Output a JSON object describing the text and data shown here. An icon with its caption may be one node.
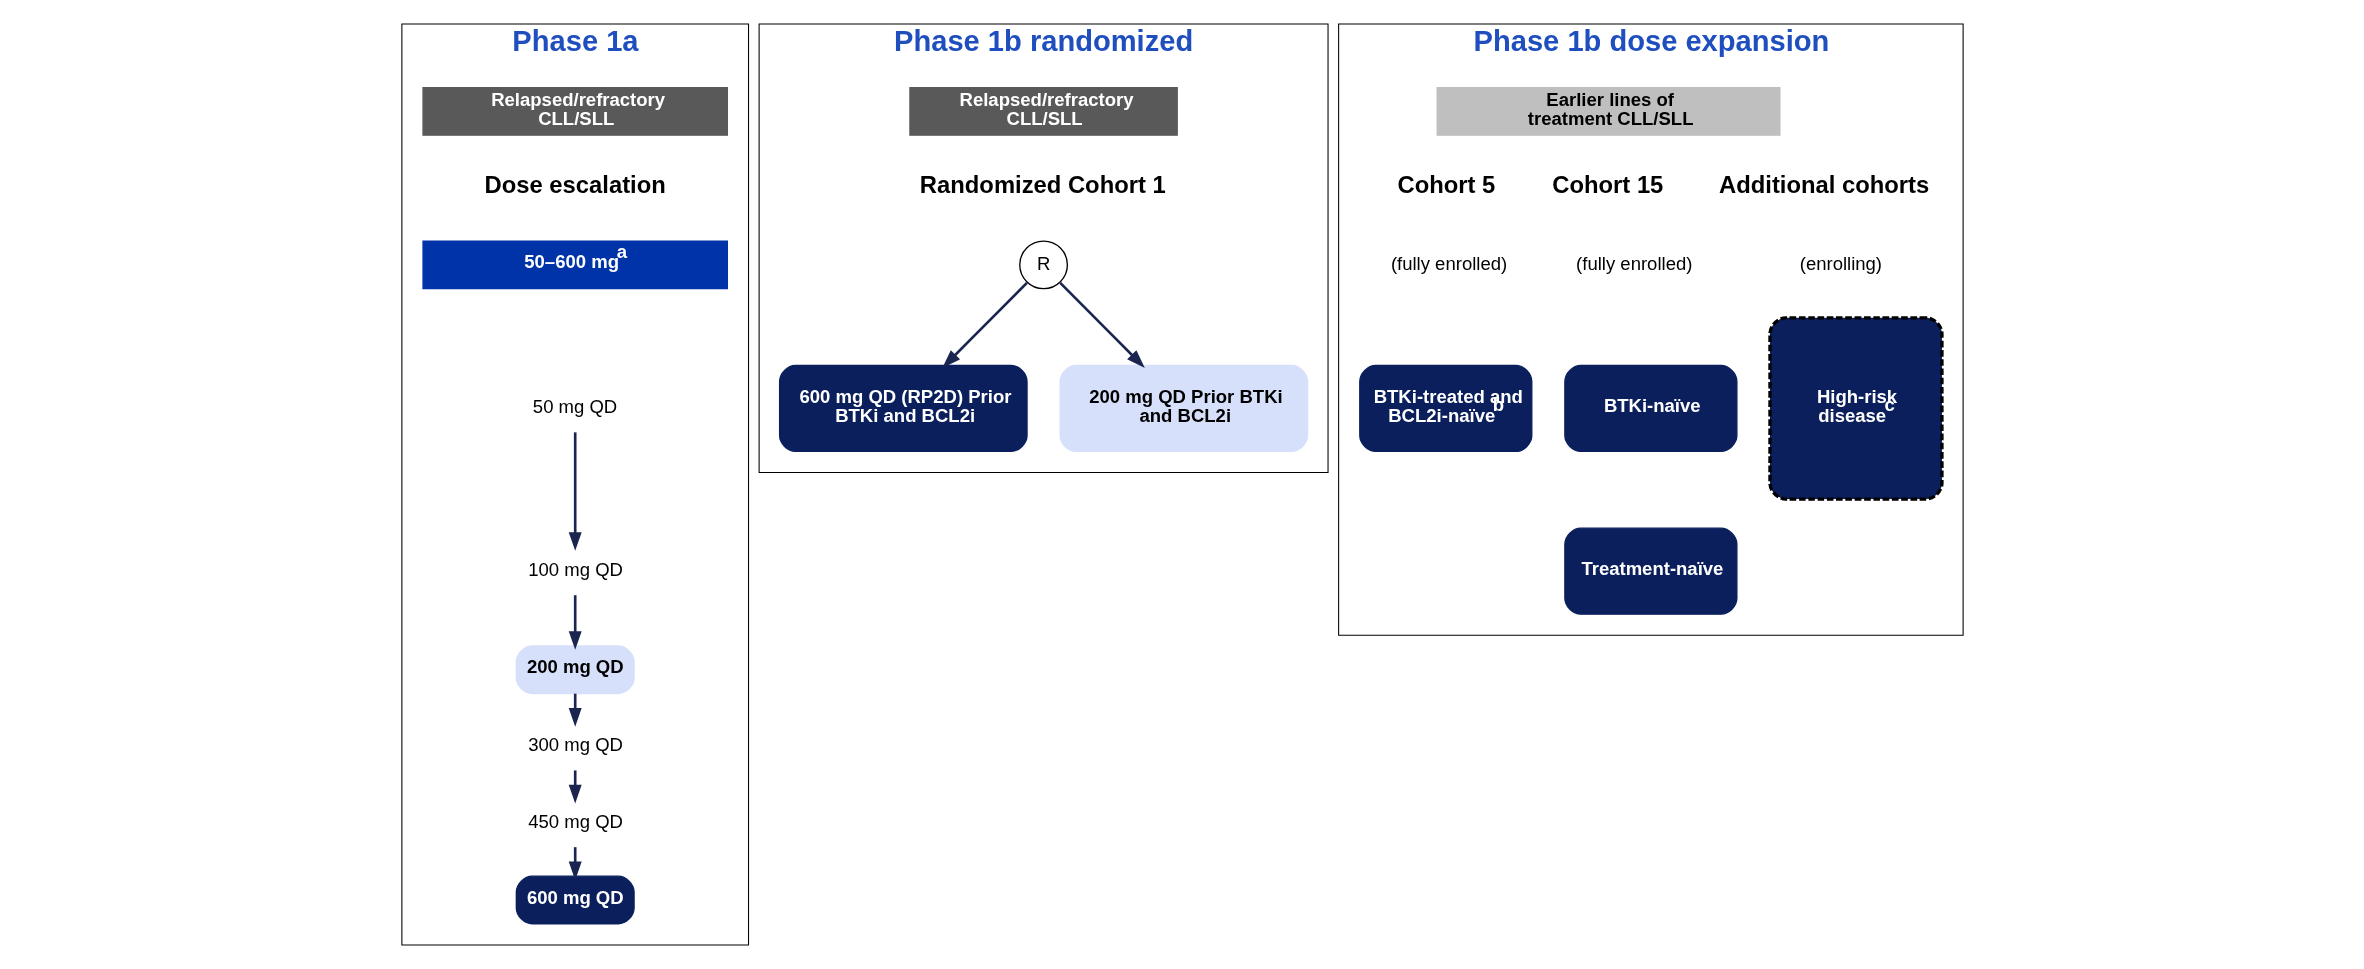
{
  "diagram": {
    "nodes": [
      {
        "text": [
          "Phase 1a"
        ]
      },
      {
        "text": [
          "Relapsed/refractory CLL/SLL"
        ],
        "in": 0
      },
      {
        "text": [
          "50–600 mg$^{a}$"
        ],
        "in": 0
      },
      {
        "text": [
          "50 mg QD"
        ],
        "in": 0
      },
      {
        "text": [
          "100 mg QD"
        ],
        "in": 0
      },
      {
        "text": [
          "200 mg QD"
        ],
        "in": 0
      },
      {
        "text": [
          "300 mg QD"
        ],
        "in": 0
      },
      {
        "text": [
          "450 mg QD"
        ],
        "in": 0
      },
      {
        "text": [
          "600 mg QD"
        ],
        "in": 0
      },
      {
        "text": [
          "Phase 1b randomized"
        ]
      },
      {
        "text": [
          "Relapsed/refractory CLL/SLL"
        ],
        "in": 9
      },
      {
        "text": [
          "R"
        ],
        "in": 9
      },
      {
        "text": [
          "600 mg QD (RP2D) Prior BTKi and BCL2i"
        ],
        "in": 9
      },
      {
        "text": [
          "200 mg QD Prior BTKi and BCL2i"
        ],
        "in": 9
      },
      {
        "text": [
          "Phase 1b dose expansion"
        ]
      },
      {
        "text": [
          "Earlier lines of treatment CLL/SLL"
        ],
        "in": 14
      },
      {
        "text": [
          "BTKi-treated and BCL2i-naïve$^{b}$"
        ],
        "in": 14
      },
      {
        "text": [
          "BTKi-naïve"
        ],
        "in": 14
      },
      {
        "text": [
          "Treatment-naïve"
        ],
        "in": 14
      },
      {
        "text": [
          "High-risk disease$^{c}$"
        ],
        "in": 14
      }
    ],
    "edges": [
      {
        "from": 3,
        "to": 4,
        "arrow": "to"
      },
      {
        "from": 4,
        "to": 5,
        "arrow": "to"
      },
      {
        "from": 5,
        "to": 6,
        "arrow": "to"
      },
      {
        "from": 6,
        "to": 7,
        "arrow": "to"
      },
      {
        "from": 7,
        "to": 8,
        "arrow": "to"
      },
      {
        "from": 11,
        "to": 12,
        "arrow": "to"
      },
      {
        "from": 11,
        "to": 13,
        "arrow": "to"
      }
    ],
    "labels": [
      "Dose escalation",
      "Randomized Cohort 1",
      "Cohort 5",
      "(fully enrolled)",
      "Cohort 15",
      "(fully enrolled)",
      "Additional cohorts",
      "(enrolling)"
    ]
  }
}
